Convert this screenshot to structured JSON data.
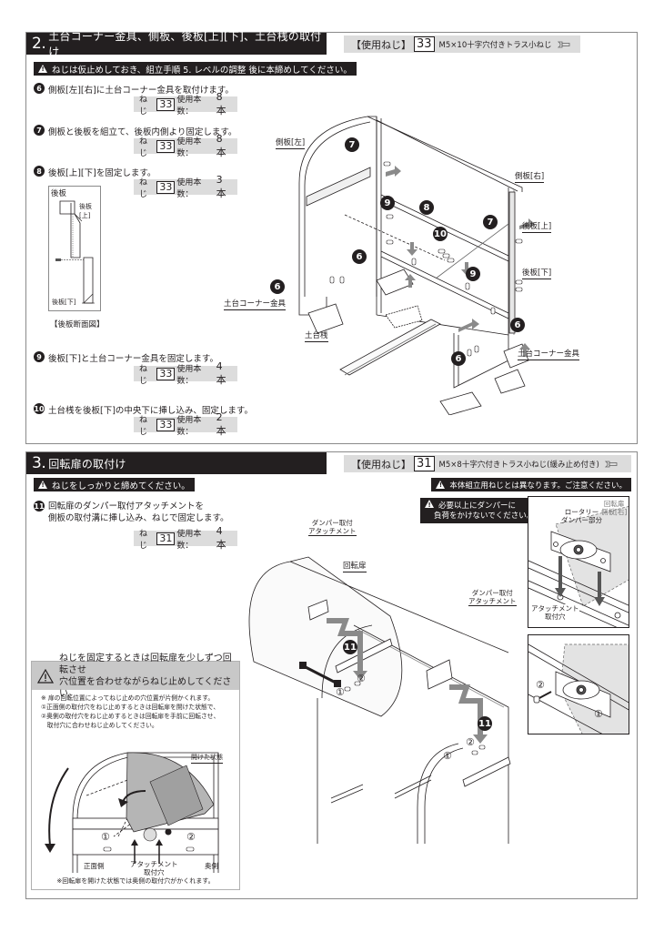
{
  "colors": {
    "header_bg": "#231f20",
    "screw_info_bg": "#dcdcdc",
    "border": "#8a8a8a",
    "diagram_fill": "#c8c8c8"
  },
  "section2": {
    "number": "2.",
    "title": "土台コーナー金具、側板、後板[上][下]、土台桟の取付け",
    "screw_info": {
      "label": "【使用ねじ】",
      "code": "33",
      "description": "M5×10十字穴付きトラス小ねじ",
      "icon": "screw-icon"
    },
    "warning": "ねじは仮止めしておき、組立手順 5. レベルの調整 後に本締めしてください。",
    "steps": [
      {
        "num": "6",
        "text": "側板[左][右]に土台コーナー金具を取付けます。",
        "count_prefix": "ねじ",
        "screw": "33",
        "count_label": "使用本数：",
        "count": "8本"
      },
      {
        "num": "7",
        "text": "側板と後板を組立て、後板内側より固定します。",
        "count_prefix": "ねじ",
        "screw": "33",
        "count_label": "使用本数：",
        "count": "8本"
      },
      {
        "num": "8",
        "text": "後板[上][下]を固定します。",
        "count_prefix": "ねじ",
        "screw": "33",
        "count_label": "使用本数：",
        "count": "3本"
      },
      {
        "num": "9",
        "text": "後板[下]と土台コーナー金具を固定します。",
        "count_prefix": "ねじ",
        "screw": "33",
        "count_label": "使用本数：",
        "count": "4本"
      },
      {
        "num": "10",
        "text": "土台桟を後板[下]の中央下に挿し込み、固定します。",
        "count_prefix": "ねじ",
        "screw": "33",
        "count_label": "使用本数：",
        "count": "2本"
      }
    ],
    "cross_section": {
      "box_label": "後板",
      "upper": "後板[上]",
      "lower": "後板[下]",
      "title": "【後板断面図】"
    },
    "diagram_labels": {
      "left_side": "側板[左]",
      "right_side": "側板[右]",
      "rear_upper": "後板[上]",
      "rear_lower": "後板[下]",
      "corner_left": "土台コーナー金具",
      "corner_right": "土台コーナー金具",
      "base_rail": "土台桟"
    },
    "diagram_bubbles": [
      "7",
      "7",
      "9",
      "8",
      "10",
      "6",
      "6",
      "9",
      "6",
      "6"
    ]
  },
  "section3": {
    "number": "3.",
    "title": "回転扉の取付け",
    "screw_info": {
      "label": "【使用ねじ】",
      "code": "31",
      "description": "M5×8十字穴付きトラス小ねじ(緩み止め付き)",
      "icon": "screw-icon"
    },
    "warning_left": "ねじをしっかりと締めてください。",
    "warning_right": "本体組立用ねじとは異なります。ご注意ください。",
    "steps": [
      {
        "num": "11",
        "text_line1": "回転扉のダンパー取付アタッチメントを",
        "text_line2": "側板の取付溝に挿し込み、ねじで固定します。",
        "count_prefix": "ねじ",
        "screw": "31",
        "count_label": "使用本数：",
        "count": "4本"
      }
    ],
    "damper_warning": {
      "line1": "必要以上にダンパーに",
      "line2": "負荷をかけないでください。"
    },
    "caution": {
      "line1": "ねじを固定するときは回転扉を少しずつ回転させ",
      "line2": "穴位置を合わせながらねじ止めしてください。",
      "notes": [
        "※ 扉の回転位置によってねじ止めの穴位置が片側かくれます。",
        "①正面側の取付穴をねじ止めするときは回転扉を開けた状態で、",
        "②奥側の取付穴をねじ止めするときは回転扉を手前に回転させ、",
        "　取付穴に合わせねじ止めしてください。"
      ],
      "diagram": {
        "open_state": "開けた状態",
        "front": "正面側",
        "back": "奥側",
        "attach1": "アタッチメント",
        "attach2": "取付穴",
        "mark1": "①",
        "mark2": "②"
      },
      "footnote": "※回転扉を開けた状態では奥側の取付穴がかくれます。"
    },
    "diagram_labels": {
      "damper_attach_1a": "ダンパー取付",
      "damper_attach_1b": "アタッチメント",
      "rotating_door": "回転扉",
      "damper_attach_2a": "ダンパー取付",
      "damper_attach_2b": "アタッチメント",
      "mark1": "①",
      "mark2": "②"
    },
    "inset_top": {
      "door_label1": "回転扉",
      "door_label2": "側板[右]",
      "rotary1": "ロータリー",
      "rotary2": "ダンパー部分",
      "hole1": "アタッチメント",
      "hole2": "取付穴"
    },
    "inset_bottom": {
      "mark1": "①",
      "mark2": "②"
    },
    "diagram_bubbles": [
      "11",
      "11"
    ]
  }
}
